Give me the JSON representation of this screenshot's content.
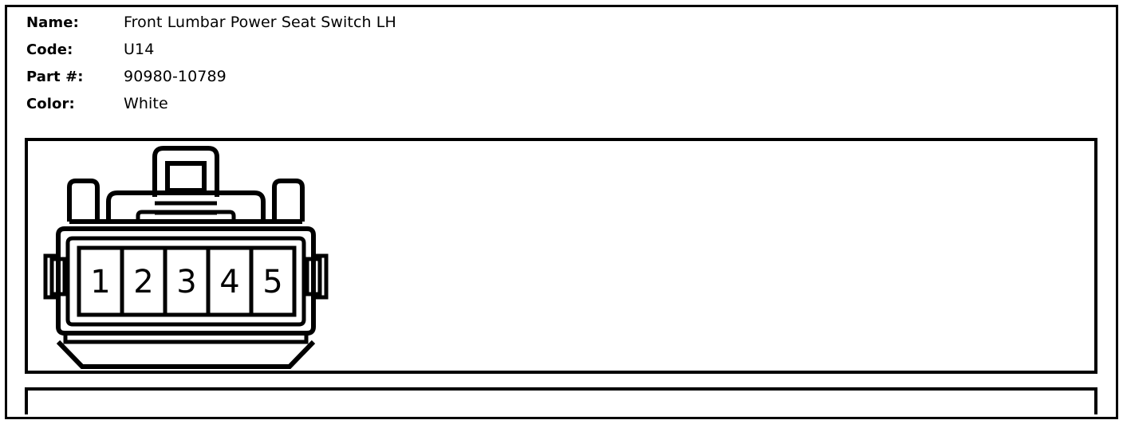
{
  "spec": {
    "rows": [
      {
        "label": "Name:",
        "value": "Front Lumbar Power Seat Switch LH"
      },
      {
        "label": "Code:",
        "value": "U14"
      },
      {
        "label": "Part #:",
        "value": "90980-10789"
      },
      {
        "label": "Color:",
        "value": "White"
      }
    ]
  },
  "connector": {
    "type": "5-way-female-connector-face-view",
    "cavity_count": 5,
    "cavities": [
      {
        "number": "1"
      },
      {
        "number": "2"
      },
      {
        "number": "3"
      },
      {
        "number": "4"
      },
      {
        "number": "5"
      }
    ],
    "features": [
      "top-center-latch-tab",
      "left-vertical-rib",
      "right-vertical-rib",
      "left-side-lock-tab",
      "right-side-lock-tab",
      "bottom-trapezoid-skirt"
    ]
  },
  "colors": {
    "ink": "#000000",
    "paper": "#ffffff"
  }
}
